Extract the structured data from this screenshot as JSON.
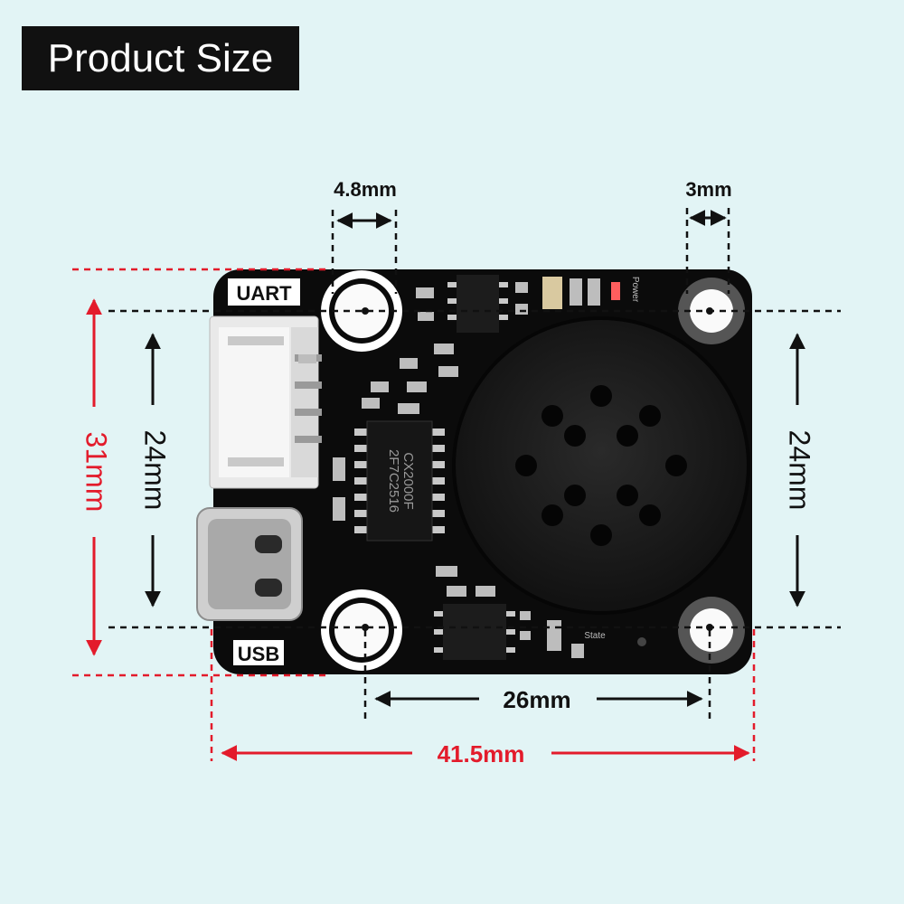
{
  "header": {
    "title": "Product Size"
  },
  "board": {
    "uart_label": "UART",
    "usb_label": "USB",
    "chip_label_1": "CX2000F",
    "chip_label_2": "2F7C2516",
    "power_label": "Power",
    "state_label": "State"
  },
  "dimensions": {
    "hole_diameter_left": "4.8mm",
    "hole_diameter_right": "3mm",
    "height_total": "31mm",
    "hole_spacing_vertical_left": "24mm",
    "hole_spacing_vertical_right": "24mm",
    "hole_spacing_horizontal": "26mm",
    "width_total": "41.5mm"
  },
  "colors": {
    "background": "#e2f4f5",
    "board": "#0b0b0b",
    "red_dimension": "#e31b2b",
    "black_dimension": "#111111",
    "connector": "#e9e9e9"
  }
}
